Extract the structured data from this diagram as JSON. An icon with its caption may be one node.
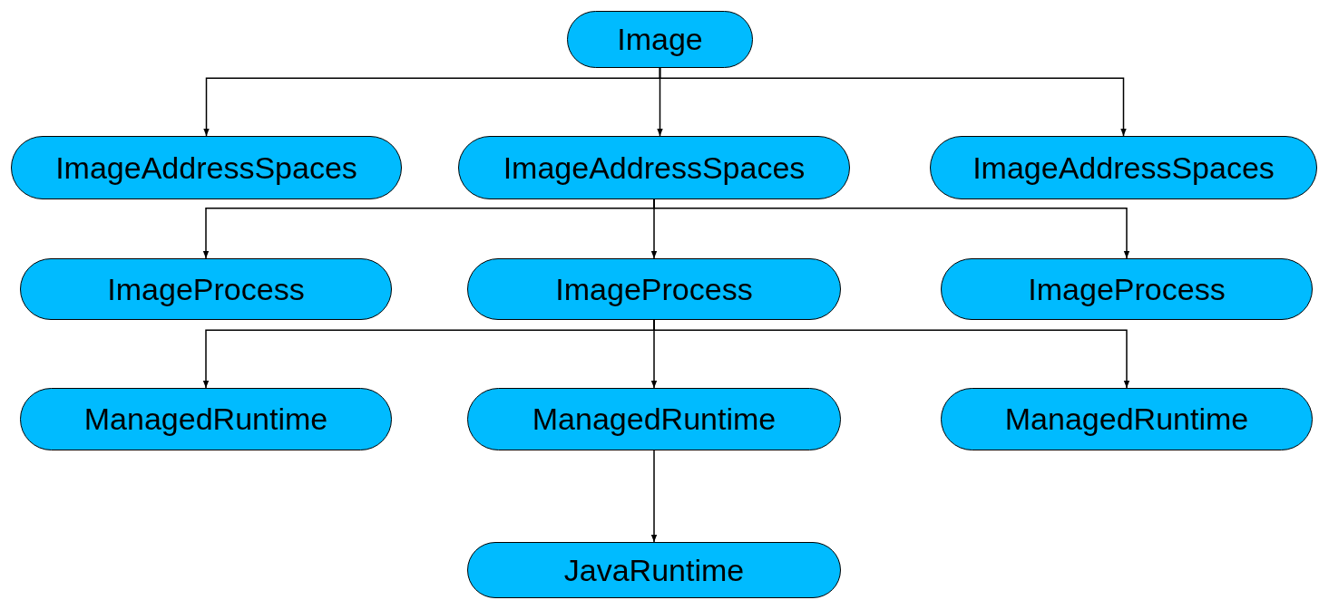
{
  "diagram": {
    "nodes": [
      {
        "text": [
          "Image"
        ]
      },
      {
        "text": [
          "ImageAddressSpaces"
        ]
      },
      {
        "text": [
          "ImageAddressSpaces"
        ]
      },
      {
        "text": [
          "ImageAddressSpaces"
        ]
      },
      {
        "text": [
          "ImageProcess"
        ]
      },
      {
        "text": [
          "ImageProcess"
        ]
      },
      {
        "text": [
          "ImageProcess"
        ]
      },
      {
        "text": [
          "ManagedRuntime"
        ]
      },
      {
        "text": [
          "ManagedRuntime"
        ]
      },
      {
        "text": [
          "ManagedRuntime"
        ]
      },
      {
        "text": [
          "JavaRuntime"
        ]
      }
    ],
    "edges": [
      {
        "from": 0,
        "to": 1,
        "arrow": "to"
      },
      {
        "from": 0,
        "to": 2,
        "arrow": "to"
      },
      {
        "from": 0,
        "to": 3,
        "arrow": "to"
      },
      {
        "from": 2,
        "to": 4,
        "arrow": "to"
      },
      {
        "from": 2,
        "to": 5,
        "arrow": "to"
      },
      {
        "from": 2,
        "to": 6,
        "arrow": "to"
      },
      {
        "from": 5,
        "to": 7,
        "arrow": "to"
      },
      {
        "from": 5,
        "to": 8,
        "arrow": "to"
      },
      {
        "from": 5,
        "to": 9,
        "arrow": "to"
      },
      {
        "from": 8,
        "to": 10,
        "arrow": "to"
      }
    ]
  }
}
